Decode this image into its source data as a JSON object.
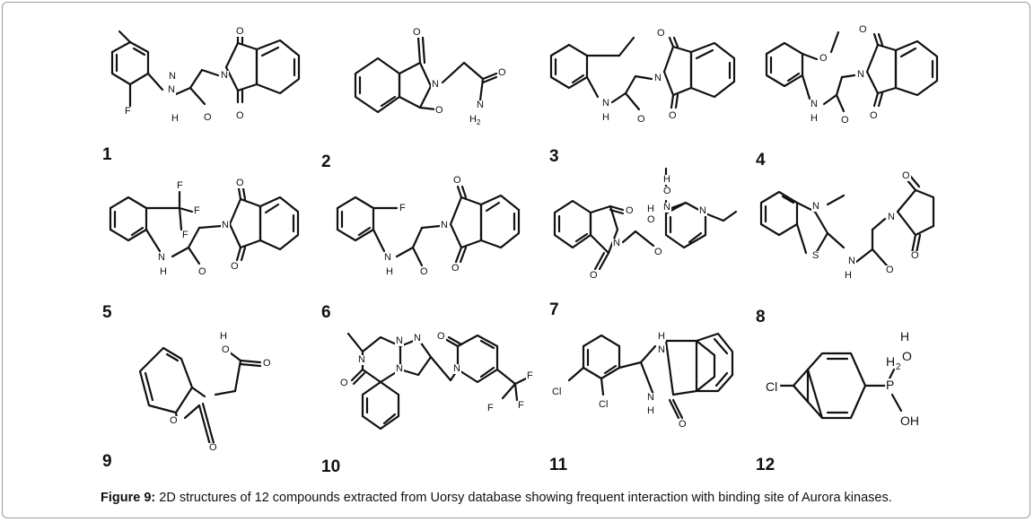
{
  "figure": {
    "caption_label": "Figure 9:",
    "caption_text": " 2D structures of 12 compounds extracted from Uorsy database showing frequent interaction with binding site of Aurora kinases."
  },
  "compounds": [
    {
      "number": "1"
    },
    {
      "number": "2"
    },
    {
      "number": "3"
    },
    {
      "number": "4"
    },
    {
      "number": "5"
    },
    {
      "number": "6"
    },
    {
      "number": "7"
    },
    {
      "number": "8"
    },
    {
      "number": "9"
    },
    {
      "number": "10"
    },
    {
      "number": "11"
    },
    {
      "number": "12"
    }
  ],
  "atom_labels": {
    "O": "O",
    "N": "N",
    "H": "H",
    "F": "F",
    "S": "S",
    "Cl": "Cl",
    "P": "P",
    "OH": "OH",
    "H2": "H2",
    "H_sub2": "2"
  }
}
